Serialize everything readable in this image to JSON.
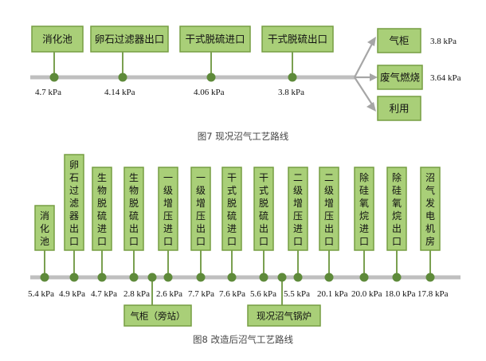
{
  "figure7": {
    "caption": "图7 现况沼气工艺路线",
    "stations": [
      {
        "label": "消化池",
        "pressure": "4.7 kPa"
      },
      {
        "label": "卵石过滤器出口",
        "pressure": "4.14 kPa"
      },
      {
        "label": "干式脱硫进口",
        "pressure": "4.06 kPa"
      },
      {
        "label": "干式脱硫出口",
        "pressure": "3.8 kPa"
      }
    ],
    "outputs": [
      {
        "label": "气柜",
        "pressure": "3.8 kPa"
      },
      {
        "label": "废气燃烧",
        "pressure": "3.64 kPa"
      },
      {
        "label": "利用",
        "pressure": ""
      }
    ]
  },
  "figure8": {
    "caption": "图8 改造后沼气工艺路线",
    "stations": [
      {
        "label": "消化池",
        "pressure": "5.4 kPa"
      },
      {
        "label": "卵石过滤器出口",
        "pressure": "4.9 kPa"
      },
      {
        "label": "生物脱硫进口",
        "pressure": "4.7 kPa"
      },
      {
        "label": "生物脱硫出口",
        "pressure": "2.8 kPa"
      },
      {
        "label": "一级增压进口",
        "pressure": "2.6 kPa"
      },
      {
        "label": "一级增压出口",
        "pressure": "7.7 kPa"
      },
      {
        "label": "干式脱硫进口",
        "pressure": "7.6 kPa"
      },
      {
        "label": "干式脱硫出口",
        "pressure": "5.6 kPa"
      },
      {
        "label": "二级增压进口",
        "pressure": "5.5 kPa"
      },
      {
        "label": "二级增压出口",
        "pressure": "20.1 kPa"
      },
      {
        "label": "除硅氧烷进口",
        "pressure": "20.0 kPa"
      },
      {
        "label": "除硅氧烷出口",
        "pressure": "18.0 kPa"
      },
      {
        "label": "沼气发电机房",
        "pressure": "17.8 kPa"
      }
    ],
    "branches": [
      {
        "label": "气柜（旁站）"
      },
      {
        "label": "现况沼气锅炉"
      }
    ]
  }
}
